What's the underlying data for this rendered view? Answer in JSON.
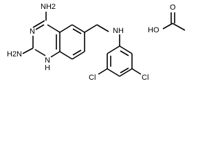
{
  "molecule": {
    "main": {
      "amine_top": "NH2",
      "ring_n1": "N",
      "ring_n2": "N",
      "ring_nh": "H",
      "amine_left": "H2N",
      "linker_nh": "NH",
      "chloro_left": "Cl",
      "chloro_right": "Cl"
    },
    "acetic_acid": {
      "hydroxyl": "HO",
      "carbonyl_o": "O"
    }
  },
  "colors": {
    "bond": "#000000",
    "text": "#000000",
    "background": "#ffffff"
  }
}
